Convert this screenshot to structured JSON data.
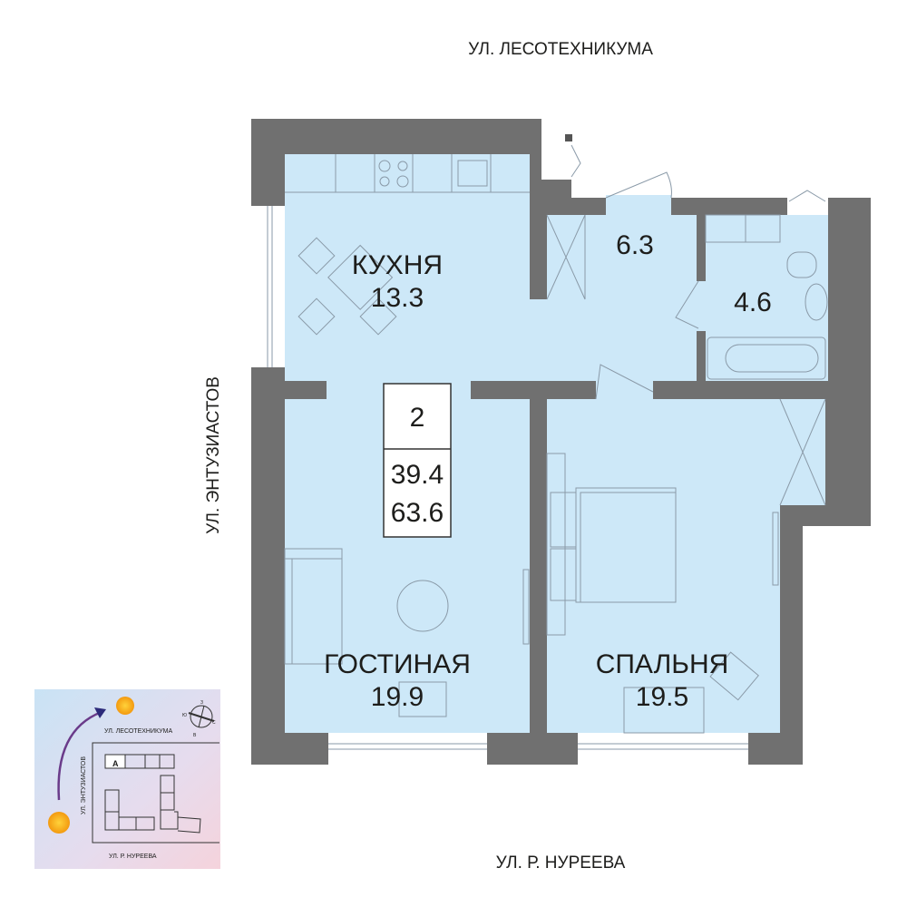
{
  "streets": {
    "north": "УЛ. ЛЕСОТЕХНИКУМА",
    "west": "УЛ. ЭНТУЗИАСТОВ",
    "south": "УЛ. Р. НУРЕЕВА"
  },
  "rooms": {
    "kitchen": {
      "name": "КУХНЯ",
      "area": "13.3"
    },
    "hallway": {
      "area": "6.3"
    },
    "bathroom": {
      "area": "4.6"
    },
    "living": {
      "name": "ГОСТИНАЯ",
      "area": "19.9"
    },
    "bedroom": {
      "name": "СПАЛЬНЯ",
      "area": "19.5"
    }
  },
  "info": {
    "rooms_count": "2",
    "living_area": "39.4",
    "total_area": "63.6"
  },
  "inset": {
    "north": "УЛ. ЛЕСОТЕХНИКУМА",
    "west": "УЛ. ЭНТУЗИАСТОВ",
    "south": "УЛ. Р. НУРЕЕВА",
    "section": "А",
    "compass": {
      "n": "З",
      "e": "С",
      "s": "В",
      "w": "Ю"
    }
  },
  "colors": {
    "wall": "#707070",
    "room": "#cde8f8"
  }
}
